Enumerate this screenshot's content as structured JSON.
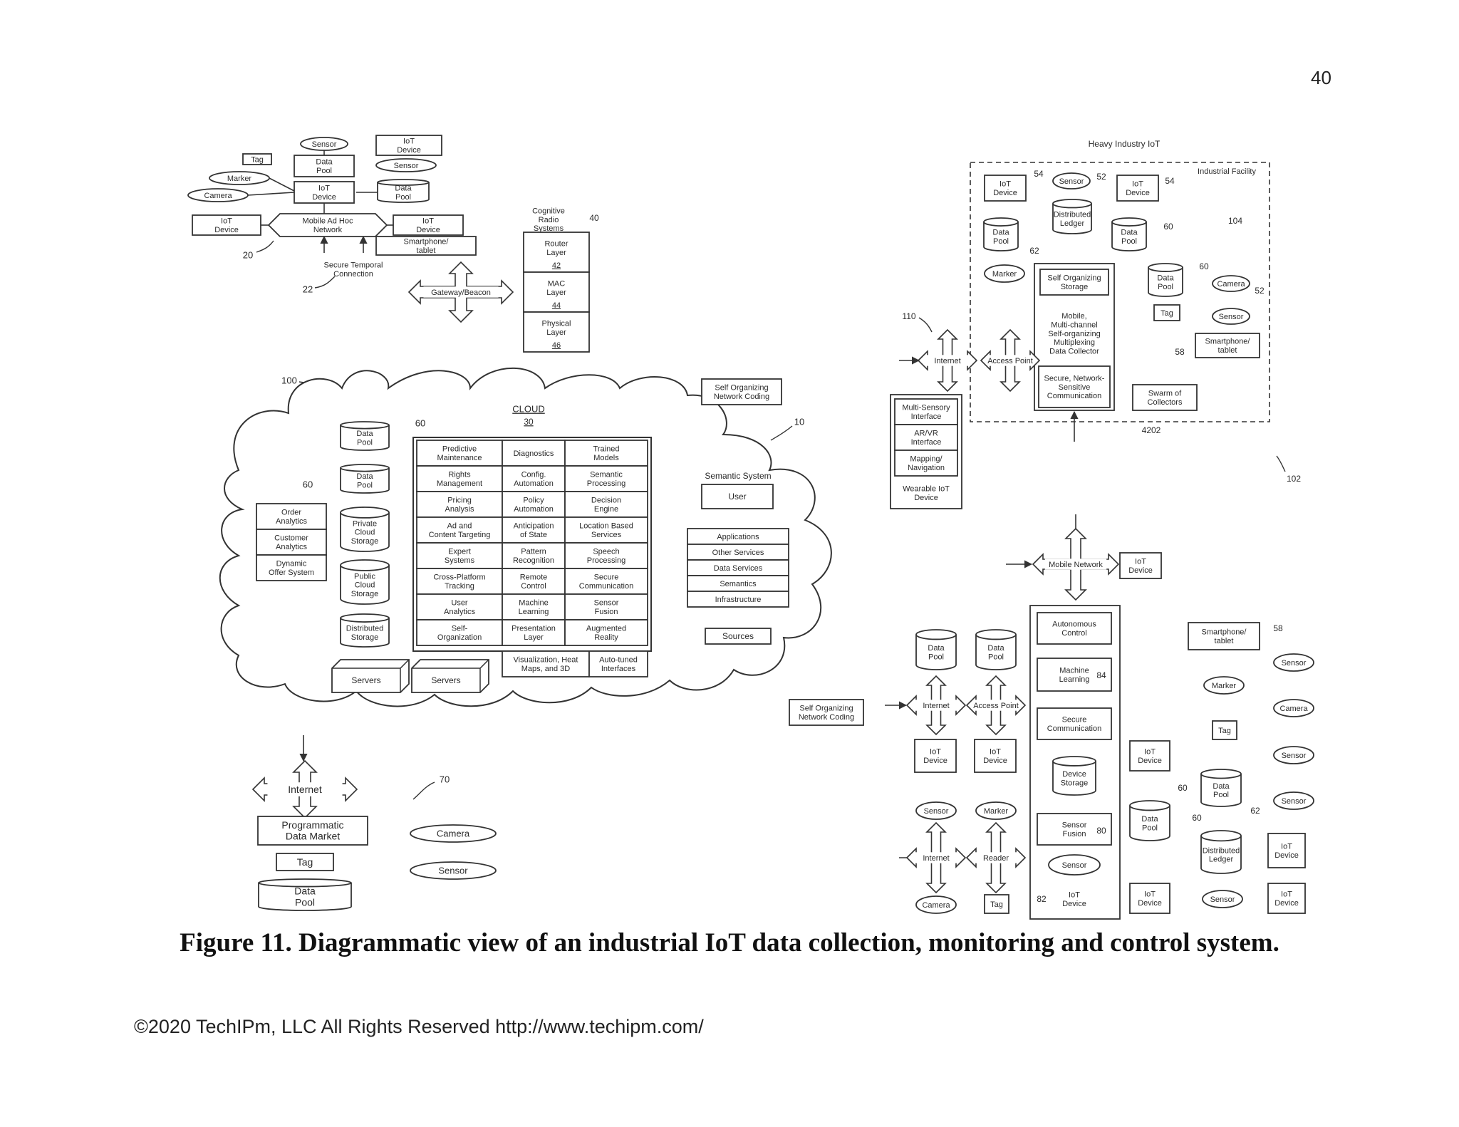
{
  "page_number": "40",
  "caption": "Figure 11. Diagrammatic view of an industrial IoT data collection, monitoring and control system.",
  "copyright": "©2020 TechIPm, LLC All Rights Reserved http://www.techipm.com/",
  "diagram": {
    "adhoc": {
      "sensor": "Sensor",
      "iot_device_tr": [
        "IoT",
        "Device"
      ],
      "tag": "Tag",
      "data_pool": [
        "Data",
        "Pool"
      ],
      "sensor2": "Sensor",
      "marker": "Marker",
      "iot_device_mid": [
        "IoT",
        "Device"
      ],
      "data_pool2": [
        "Data",
        "Pool"
      ],
      "camera": "Camera",
      "iot_device_left": [
        "IoT",
        "Device"
      ],
      "network": [
        "Mobile Ad Hoc",
        "Network"
      ],
      "iot_device_right": [
        "IoT",
        "Device"
      ],
      "smartphone": [
        "Smartphone/",
        "tablet"
      ],
      "ref20": "20",
      "ref22": "22",
      "secure": [
        "Secure Temporal",
        "Connection"
      ],
      "gateway": "Gateway/Beacon",
      "cognitive": [
        "Cognitive",
        "Radio",
        "Systems"
      ],
      "ref40": "40",
      "layers": [
        [
          "Router",
          "Layer",
          "42"
        ],
        [
          "MAC",
          "Layer",
          "44"
        ],
        [
          "Physical",
          "Layer",
          "46"
        ]
      ]
    },
    "cloud": {
      "ref100": "100",
      "ref60a": "60",
      "ref60b": "60",
      "ref10": "10",
      "title": "CLOUD",
      "title_ref": "30",
      "data_pool": [
        "Data",
        "Pool"
      ],
      "private": [
        "Private",
        "Cloud",
        "Storage"
      ],
      "public": [
        "Public",
        "Cloud",
        "Storage"
      ],
      "distributed": [
        "Distributed",
        "Storage"
      ],
      "servers": "Servers",
      "analytics": [
        [
          "Order",
          "Analytics"
        ],
        [
          "Customer",
          "Analytics"
        ],
        [
          "Dynamic",
          "Offer System"
        ]
      ],
      "grid": [
        [
          [
            "Predictive",
            "Maintenance"
          ],
          [
            "Diagnostics"
          ],
          [
            "Trained",
            "Models"
          ]
        ],
        [
          [
            "Rights",
            "Management"
          ],
          [
            "Config.",
            "Automation"
          ],
          [
            "Semantic",
            "Processing"
          ]
        ],
        [
          [
            "Pricing",
            "Analysis"
          ],
          [
            "Policy",
            "Automation"
          ],
          [
            "Decision",
            "Engine"
          ]
        ],
        [
          [
            "Ad and",
            "Content Targeting"
          ],
          [
            "Anticipation",
            "of State"
          ],
          [
            "Location Based",
            "Services"
          ]
        ],
        [
          [
            "Expert",
            "Systems"
          ],
          [
            "Pattern",
            "Recognition"
          ],
          [
            "Speech",
            "Processing"
          ]
        ],
        [
          [
            "Cross-Platform",
            "Tracking"
          ],
          [
            "Remote",
            "Control"
          ],
          [
            "Secure",
            "Communication"
          ]
        ],
        [
          [
            "User",
            "Analytics"
          ],
          [
            "Machine",
            "Learning"
          ],
          [
            "Sensor",
            "Fusion"
          ]
        ],
        [
          [
            "Self-",
            "Organization"
          ],
          [
            "Presentation",
            "Layer"
          ],
          [
            "Augmented",
            "Reality"
          ]
        ]
      ],
      "grid_bottom": [
        [
          "Visualization, Heat",
          "Maps, and 3D"
        ],
        [
          "Auto-tuned",
          "Interfaces"
        ]
      ],
      "self_org": [
        "Self Organizing",
        "Network Coding"
      ],
      "semantic_title": "Semantic System",
      "user": "User",
      "stack": [
        "Applications",
        "Other Services",
        "Data Services",
        "Semantics",
        "Infrastructure"
      ],
      "sources": "Sources"
    },
    "market": {
      "internet": "Internet",
      "ref70": "70",
      "programmatic": [
        "Programmatic",
        "Data Market"
      ],
      "tag": "Tag",
      "data_pool": [
        "Data",
        "Pool"
      ],
      "camera": "Camera",
      "sensor": "Sensor"
    },
    "heavy": {
      "title": "Heavy Industry IoT",
      "facility": "Industrial Facility",
      "iot1": [
        "IoT",
        "Device"
      ],
      "ref54a": "54",
      "sensor": "Sensor",
      "ref52a": "52",
      "iot2": [
        "IoT",
        "Device"
      ],
      "ref54b": "54",
      "ledger": [
        "Distributed",
        "Ledger"
      ],
      "ref62": "62",
      "dp1": [
        "Data",
        "Pool"
      ],
      "dp2": [
        "Data",
        "Pool"
      ],
      "ref60a": "60",
      "ref104": "104",
      "marker": "Marker",
      "self_org": [
        "Self Organizing",
        "Storage"
      ],
      "collector": [
        "Mobile,",
        "Multi-channel",
        "Self-organizing",
        "Multiplexing",
        "Data Collector"
      ],
      "secure": [
        "Secure, Network-",
        "Sensitive",
        "Communication"
      ],
      "dp3": [
        "Data",
        "Pool"
      ],
      "ref60b": "60",
      "camera": "Camera",
      "ref52b": "52",
      "sensor2": "Sensor",
      "tag": "Tag",
      "smartphone": [
        "Smartphone/",
        "tablet"
      ],
      "ref58": "58",
      "swarm": [
        "Swarm of",
        "Collectors"
      ],
      "ref4202": "4202",
      "ref110": "110",
      "internet": "Internet",
      "access": "Access Point",
      "wearable": [
        [
          "Multi-Sensory",
          "Interface"
        ],
        [
          "AR/VR",
          "Interface"
        ],
        [
          "Mapping/",
          "Navigation"
        ]
      ],
      "wearable_label": [
        "Wearable IoT",
        "Device"
      ],
      "ref102": "102"
    },
    "bottom": {
      "mobile_network": "Mobile Network",
      "iot_top": [
        "IoT",
        "Device"
      ],
      "self_org": [
        "Self Organizing",
        "Network Coding"
      ],
      "dp1": [
        "Data",
        "Pool"
      ],
      "dp2": [
        "Data",
        "Pool"
      ],
      "internet": "Internet",
      "access": "Access Point",
      "iot_a": [
        "IoT",
        "Device"
      ],
      "iot_b": [
        "IoT",
        "Device"
      ],
      "sensor": "Sensor",
      "marker": "Marker",
      "internet2": "Internet",
      "reader": "Reader",
      "camera": "Camera",
      "tag": "Tag",
      "autonomous": [
        "Autonomous",
        "Control"
      ],
      "ml": [
        "Machine",
        "Learning"
      ],
      "ref84": "84",
      "secure": [
        "Secure",
        "Communication"
      ],
      "device_storage": [
        "Device",
        "Storage"
      ],
      "fusion": [
        "Sensor",
        "Fusion"
      ],
      "ref80": "80",
      "sensor_c": "Sensor",
      "ref82": "82",
      "iot_c": [
        "IoT",
        "Device"
      ],
      "smartphone": [
        "Smartphone/",
        "tablet"
      ],
      "ref58": "58",
      "s1": "Sensor",
      "marker2": "Marker",
      "camera2": "Camera",
      "tag2": "Tag",
      "s2": "Sensor",
      "s3": "Sensor",
      "iot_r1": [
        "IoT",
        "Device"
      ],
      "dp3": [
        "Data",
        "Pool"
      ],
      "ref60a": "60",
      "dp4": [
        "Data",
        "Pool"
      ],
      "ref60b": "60",
      "ledger": [
        "Distributed",
        "Ledger"
      ],
      "ref62": "62",
      "iot_r2": [
        "IoT",
        "Device"
      ],
      "iot_r3": [
        "IoT",
        "Device"
      ],
      "s4": "Sensor",
      "iot_r4": [
        "IoT",
        "Device"
      ]
    }
  }
}
